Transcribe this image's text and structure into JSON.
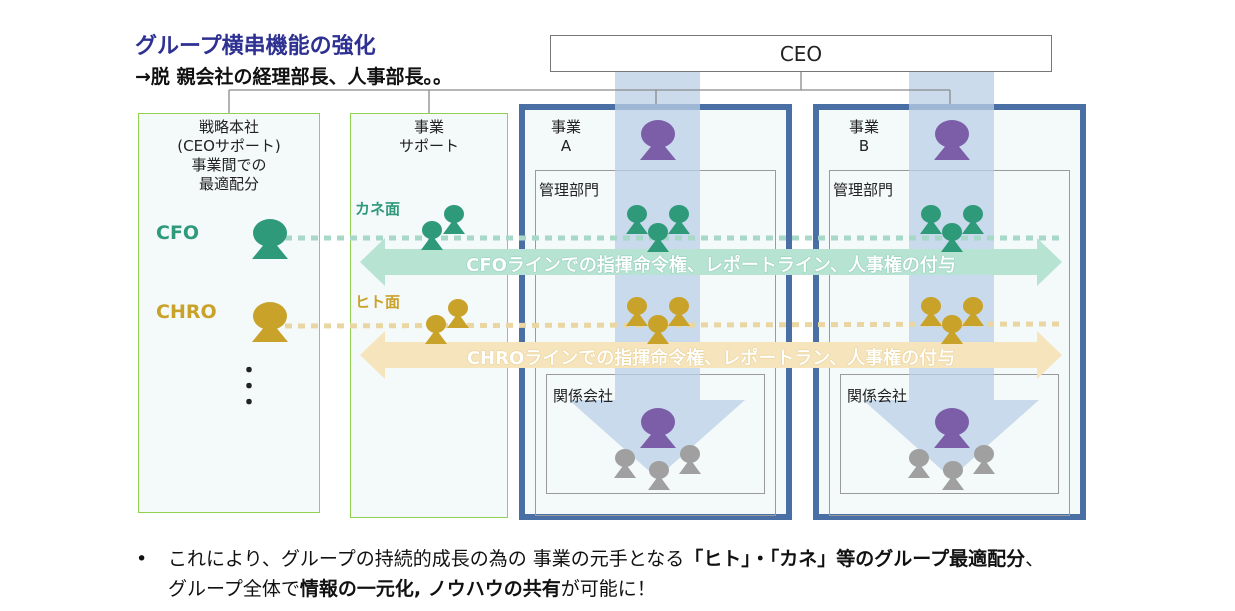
{
  "header": {
    "title": "グループ横串機能の強化",
    "subtitle": "→脱 親会社の経理部長、人事部長。。"
  },
  "ceo": {
    "label": "CEO"
  },
  "panels": {
    "strategy": {
      "lines": [
        "戦略本社",
        "(CEOサポート)",
        "事業間での",
        "最適配分"
      ],
      "cfo": "CFO",
      "chro": "CHRO",
      "more": "・\n・\n・"
    },
    "support": {
      "lines": [
        "事業",
        "サポート"
      ],
      "money": "カネ面",
      "people": "ヒト面"
    },
    "bizA": {
      "lines": [
        "事業",
        "A"
      ],
      "admin": "管理部門",
      "affiliate": "関係会社"
    },
    "bizB": {
      "lines": [
        "事業",
        "B"
      ],
      "admin": "管理部門",
      "affiliate": "関係会社"
    }
  },
  "arrows": {
    "cfo": "CFOラインでの指揮命令権、レポートライン、人事権の付与",
    "chro": "CHROラインでの指揮命令権、レポートラン、人事権の付与"
  },
  "colors": {
    "teal": "#2f9a7a",
    "gold": "#c9a22a",
    "purple": "#7b5ea7",
    "gray": "#9a9a9a",
    "navy": "#2e3192",
    "blue": "#4a6fa5",
    "green": "#92d050"
  },
  "footer": {
    "bullet": "•",
    "line1_a": "これにより、グループの持続的成長の為の 事業の元手となる",
    "line1_b": "「ヒト」・「カネ」等のグループ最適配分",
    "line1_c": "、",
    "line2_a": "グループ全体で",
    "line2_b": "情報の一元化, ノウハウの共有",
    "line2_c": "が可能に！"
  }
}
